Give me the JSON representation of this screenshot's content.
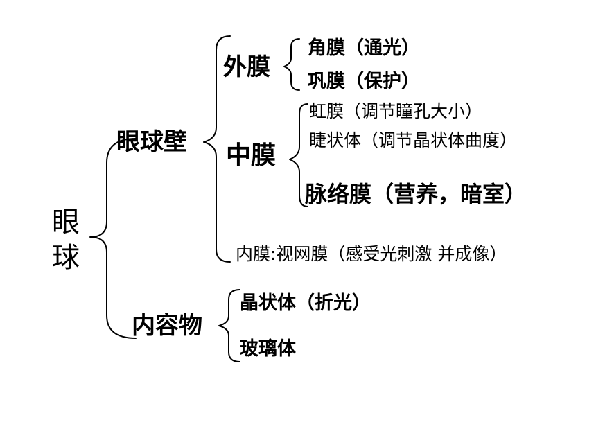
{
  "root": {
    "line1": "眼",
    "line2": "球"
  },
  "wall": {
    "label": "眼球壁",
    "outer": {
      "label": "外膜",
      "children": [
        "角膜（通光）",
        "巩膜（保护）"
      ]
    },
    "middle": {
      "label": "中膜",
      "children": [
        "虹膜（调节瞳孔大小）",
        "睫状体（调节晶状体曲度）",
        "脉络膜（营养，暗室）"
      ]
    },
    "inner": {
      "label": "内膜:视网膜（感受光刺激 并成像）"
    }
  },
  "contents": {
    "label": "内容物",
    "children": [
      "晶状体（折光）",
      "玻璃体"
    ]
  }
}
